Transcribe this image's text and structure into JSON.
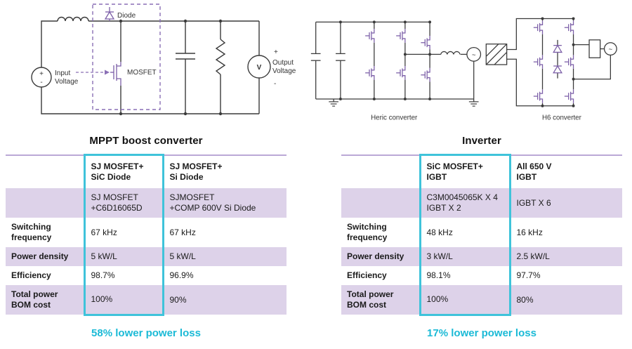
{
  "colors": {
    "cyan": "#1BBAD6",
    "cyan-border": "#3FC3DA",
    "lavender": "#DDD2E9",
    "purple": "#7B5EA7",
    "table-line": "#BBA8D6"
  },
  "left": {
    "title": "MPPT boost converter",
    "circuit": {
      "diode": "Diode",
      "mosfet": "MOSFET",
      "input_line1": "Input",
      "input_line2": "Voltage",
      "output_line1": "Output",
      "output_line2": "Voltage",
      "meter": "V",
      "plus": "+",
      "minus": "-"
    },
    "table": {
      "header_col1": "SJ MOSFET+\nSiC Diode",
      "header_col2": "SJ MOSFET+\nSi Diode",
      "rows": [
        {
          "label": "",
          "c1": "SJ MOSFET\n+C6D16065D",
          "c2": "SJMOSFET\n+COMP 600V Si Diode"
        },
        {
          "label": "Switching\nfrequency",
          "c1": "67 kHz",
          "c2": "67 kHz"
        },
        {
          "label": "Power density",
          "c1": "5 kW/L",
          "c2": "5 kW/L"
        },
        {
          "label": "Efficiency",
          "c1": "98.7%",
          "c2": "96.9%"
        },
        {
          "label": "Total power\nBOM cost",
          "c1": "100%",
          "c2": "90%"
        }
      ]
    },
    "footer": "58% lower power loss"
  },
  "right": {
    "title": "Inverter",
    "circuit": {
      "heric_label": "Heric converter",
      "h6_label": "H6 converter",
      "ac": "~"
    },
    "table": {
      "header_col1": "SiC MOSFET+\nIGBT",
      "header_col2": "All 650 V\nIGBT",
      "rows": [
        {
          "label": "",
          "c1": "C3M0045065K X 4\nIGBT X 2",
          "c2": "IGBT X 6"
        },
        {
          "label": "Switching\nfrequency",
          "c1": "48 kHz",
          "c2": "16 kHz"
        },
        {
          "label": "Power density",
          "c1": "3 kW/L",
          "c2": "2.5 kW/L"
        },
        {
          "label": "Efficiency",
          "c1": "98.1%",
          "c2": "97.7%"
        },
        {
          "label": "Total power\nBOM cost",
          "c1": "100%",
          "c2": "80%"
        }
      ]
    },
    "footer": "17% lower power loss"
  }
}
